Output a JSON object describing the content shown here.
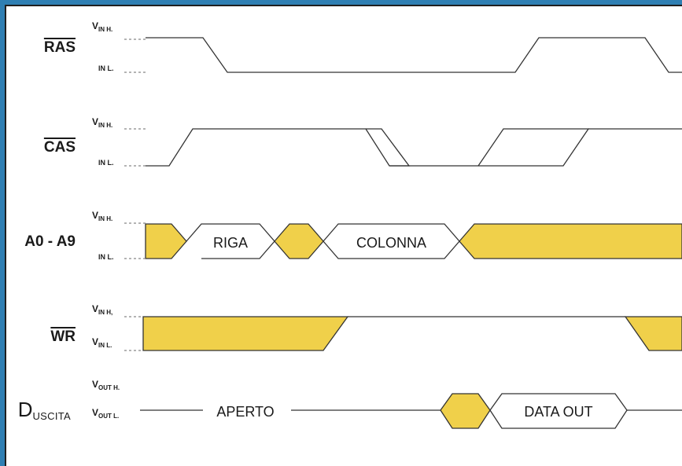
{
  "colors": {
    "fill": "#f0d04a",
    "line": "#333333",
    "frame": "#2f7fb3"
  },
  "signals": {
    "ras": "RAS",
    "cas": "CAS",
    "addr": "A0 - A9",
    "wr": "WR",
    "dout_main": "D",
    "dout_sub": "USCITA"
  },
  "levels": {
    "vin": "V",
    "in_h_sub": "IN H.",
    "in_l": "IN L.",
    "in_h_sub2": "IN H,",
    "in_l_sub": "IN L.",
    "vout": "V",
    "out_h_sub": "OUT H.",
    "out_l_sub": "OUT L."
  },
  "labels": {
    "riga": "RIGA",
    "colonna": "COLONNA",
    "aperto": "APERTO",
    "data_out": "DATA OUT"
  }
}
